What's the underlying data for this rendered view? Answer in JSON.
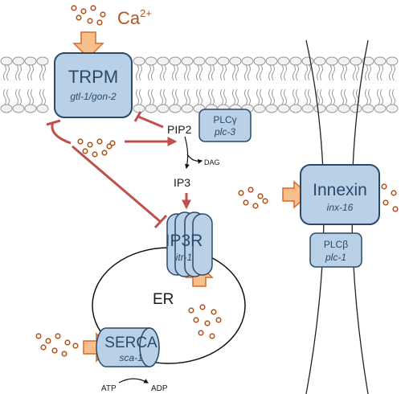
{
  "calcium": {
    "symbol": "Ca",
    "charge": "2+"
  },
  "proteins": {
    "trpm": {
      "name": "TRPM",
      "gene": "gtl-1/gon-2"
    },
    "plcg": {
      "name": "PLCγ",
      "gene": "plc-3"
    },
    "ip3r": {
      "name": "IP3R",
      "gene": "itr-1"
    },
    "serca": {
      "name": "SERCA",
      "gene": "sca-1"
    },
    "innexin": {
      "name": "Innexin",
      "gene": "inx-16"
    },
    "plcb": {
      "name": "PLCβ",
      "gene": "plc-1"
    }
  },
  "molecules": {
    "pip2": "PIP2",
    "dag": "DAG",
    "ip3": "IP3",
    "atp": "ATP",
    "adp": "ADP"
  },
  "compartments": {
    "er": "ER"
  },
  "colors": {
    "protein_fill": "#b9d0e6",
    "protein_stroke": "#2b4a6b",
    "calcium_dot": "#b5551f",
    "orange_arrow_fill": "#f7c08a",
    "orange_arrow_stroke": "#d9692a",
    "inhibit": "#c0504d",
    "membrane": "#9a9a9a"
  }
}
